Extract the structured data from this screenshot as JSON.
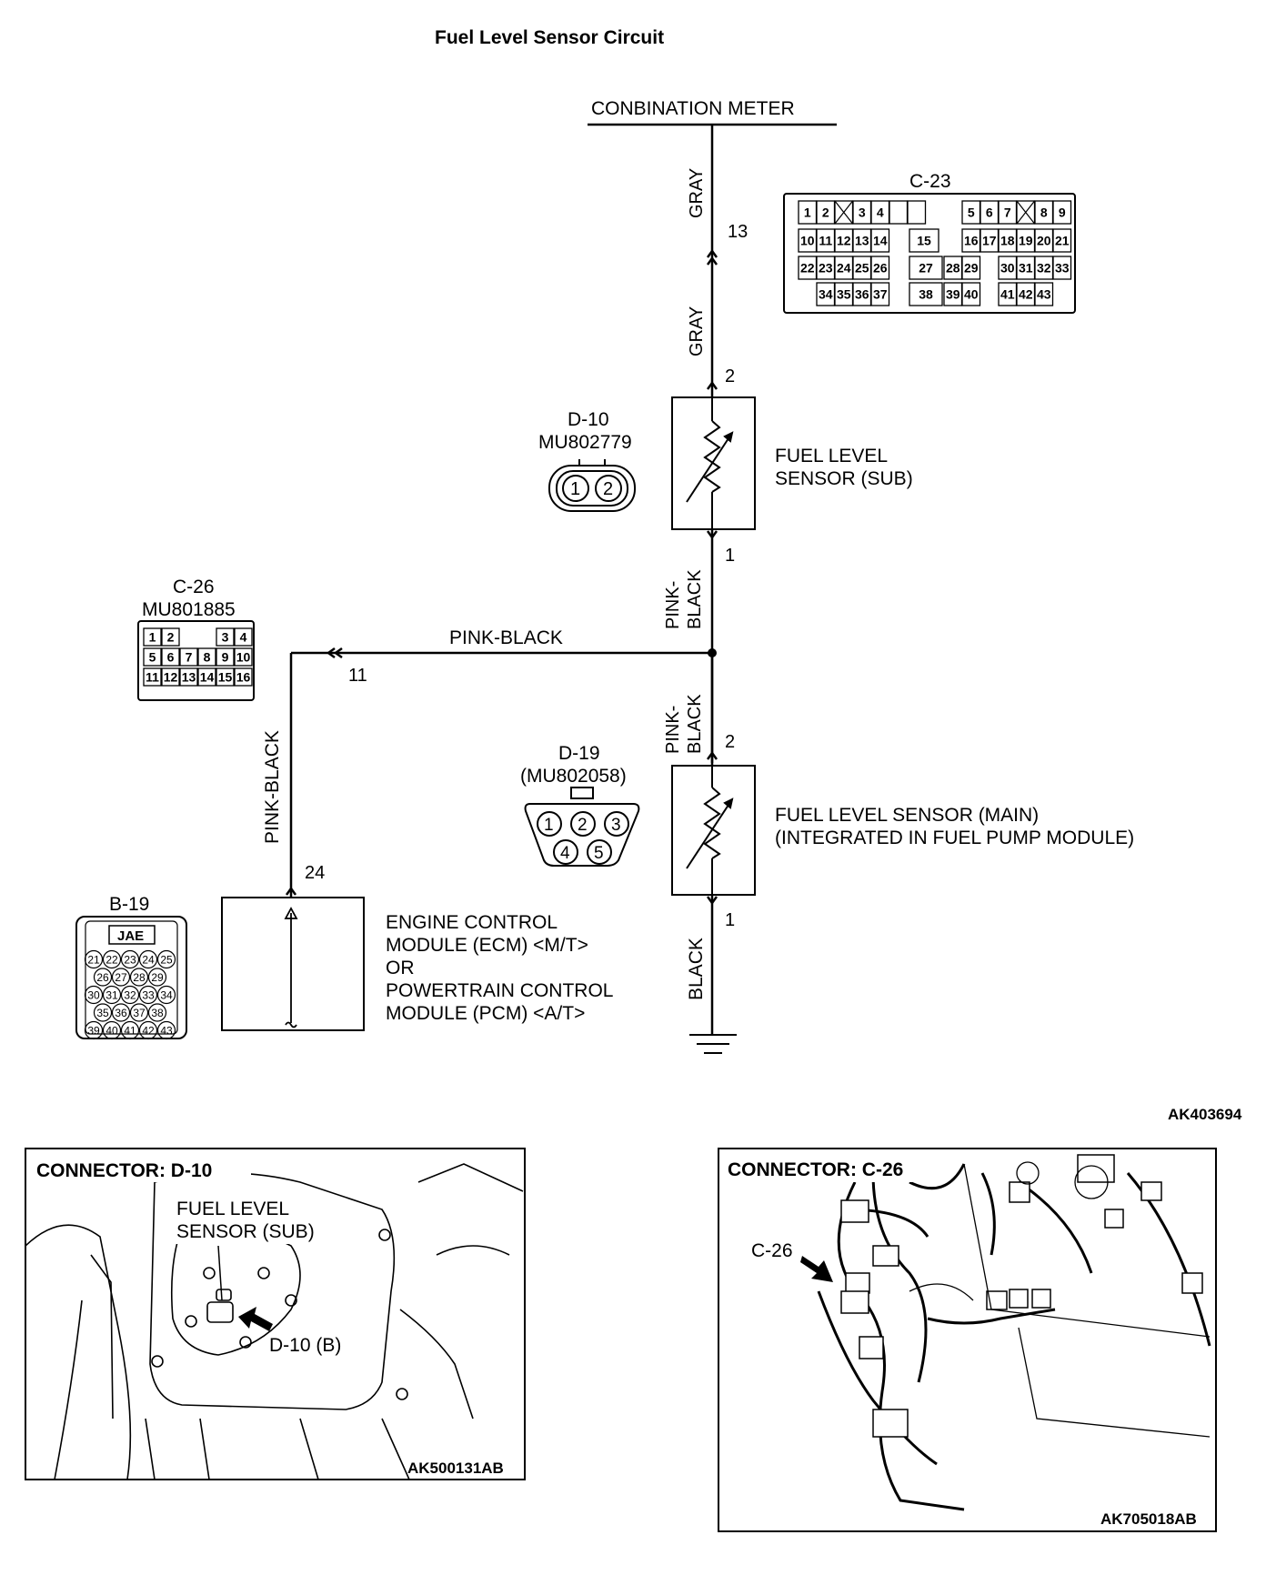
{
  "title": "Fuel Level Sensor Circuit",
  "combination_meter": "CONBINATION METER",
  "wires": {
    "gray": "GRAY",
    "pink_black": "PINK-BLACK",
    "pink_black_split_1": "PINK-",
    "pink_black_split_2": "BLACK",
    "black": "BLACK"
  },
  "pins": {
    "meter_13": "13",
    "sub_top": "2",
    "sub_bottom": "1",
    "main_top": "2",
    "main_bottom": "1",
    "c26_11": "11",
    "ecm_24": "24"
  },
  "connector_c23": {
    "label": "C-23",
    "rows": [
      [
        "1",
        "2",
        "",
        "3",
        "4",
        "",
        "",
        "5",
        "6",
        "7",
        "",
        "8",
        "9"
      ],
      [
        "10",
        "11",
        "12",
        "13",
        "14",
        "15",
        "16",
        "17",
        "18",
        "19",
        "20",
        "21"
      ],
      [
        "22",
        "23",
        "24",
        "25",
        "26",
        "27",
        "28",
        "29",
        "30",
        "31",
        "32",
        "33"
      ],
      [
        "34",
        "35",
        "36",
        "37",
        "38",
        "39",
        "40",
        "41",
        "42",
        "43"
      ]
    ]
  },
  "connector_d10": {
    "label": "D-10",
    "part": "MU802779",
    "pins": [
      "1",
      "2"
    ]
  },
  "connector_c26": {
    "label": "C-26",
    "part": "MU801885",
    "rows": [
      [
        "1",
        "2",
        "",
        "3",
        "4"
      ],
      [
        "5",
        "6",
        "7",
        "8",
        "9",
        "10"
      ],
      [
        "11",
        "12",
        "13",
        "14",
        "15",
        "16"
      ]
    ]
  },
  "connector_d19": {
    "label": "D-19",
    "part": "(MU802058)",
    "pins": [
      "1",
      "2",
      "3",
      "4",
      "5"
    ]
  },
  "connector_b19": {
    "label": "B-19",
    "brand": "JAE",
    "rows": [
      [
        "21",
        "22",
        "23",
        "24",
        "25"
      ],
      [
        "26",
        "27",
        "28",
        "29"
      ],
      [
        "30",
        "31",
        "32",
        "33",
        "34"
      ],
      [
        "35",
        "36",
        "37",
        "38"
      ],
      [
        "39",
        "40",
        "41",
        "42",
        "43"
      ]
    ]
  },
  "fuel_level_sensor_sub": [
    "FUEL LEVEL",
    "SENSOR (SUB)"
  ],
  "fuel_level_sensor_main": [
    "FUEL LEVEL SENSOR (MAIN)",
    "(INTEGRATED IN FUEL PUMP MODULE)"
  ],
  "ecm": [
    "ENGINE CONTROL",
    "MODULE (ECM) <M/T>",
    "OR",
    "POWERTRAIN CONTROL",
    "MODULE (PCM) <A/T>"
  ],
  "diagram_code": "AK403694",
  "photo_left": {
    "title": "CONNECTOR: D-10",
    "callout": [
      "FUEL LEVEL",
      "SENSOR (SUB)"
    ],
    "pointer": "D-10 (B)",
    "code": "AK500131AB"
  },
  "photo_right": {
    "title": "CONNECTOR: C-26",
    "pointer": "C-26",
    "code": "AK705018AB"
  }
}
